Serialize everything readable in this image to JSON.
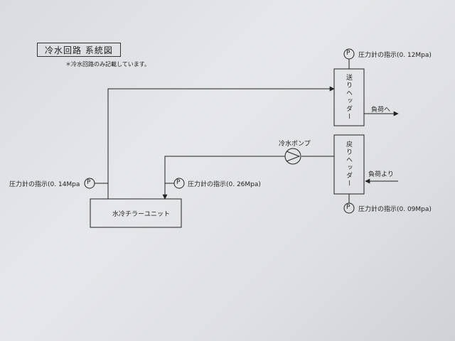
{
  "title": "冷水回路 系統図",
  "note": "＊冷水回路のみ記載しています。",
  "equipment": {
    "chiller": "水冷チラーユニット",
    "supply_header": "送りヘッダー",
    "return_header": "戻りヘッダー",
    "pump": "冷水ポンプ"
  },
  "flows": {
    "to_load": "負荷へ",
    "from_load": "負荷より"
  },
  "gauges": [
    {
      "symbol": "P",
      "label": "圧力計の指示(0. 12Mpa)"
    },
    {
      "symbol": "P",
      "label": "圧力計の指示(0. 14Mpa"
    },
    {
      "symbol": "P",
      "label": "圧力計の指示(0. 26Mpa)"
    },
    {
      "symbol": "P",
      "label": "圧力計の指示(0. 09Mpa)"
    }
  ]
}
